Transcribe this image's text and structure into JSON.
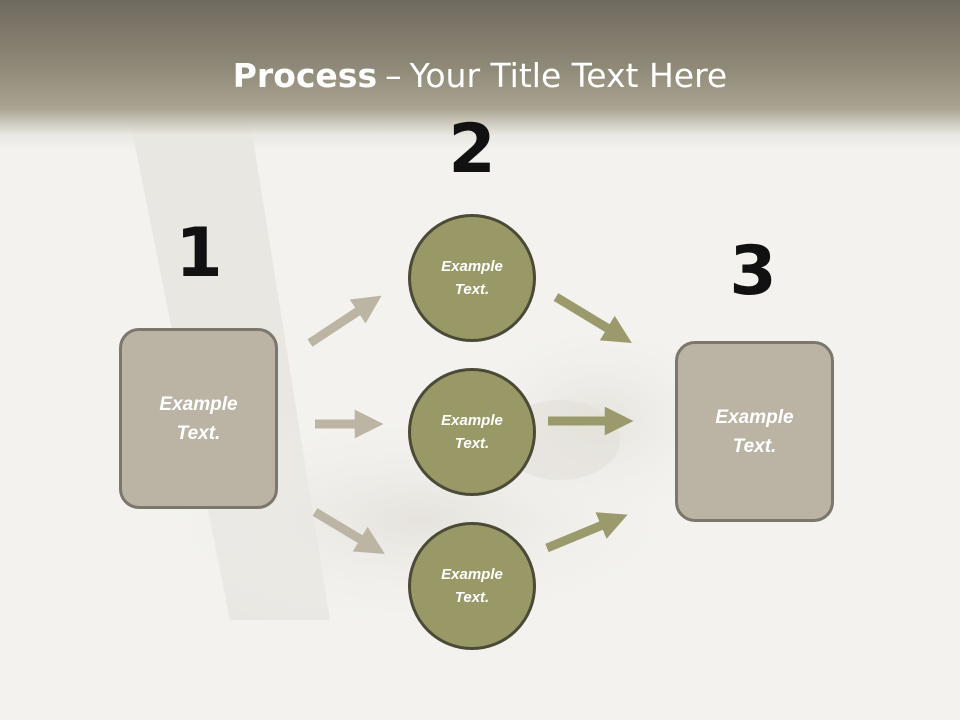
{
  "slide": {
    "title_strong": "Process",
    "title_dash": "–",
    "title_rest": "Your Title Text Here"
  },
  "steps": {
    "one": "1",
    "two": "2",
    "three": "3"
  },
  "nodes": {
    "left": "Example Text.",
    "top": "Example Text.",
    "middle": "Example Text.",
    "bottom": "Example Text.",
    "right": "Example Text."
  },
  "colors": {
    "title_bar": "#8f8978",
    "box_fill": "#bbb4a4",
    "circle_fill": "#999968",
    "arrow_left": "#bcb5a4",
    "arrow_right": "#9b9a6c"
  }
}
